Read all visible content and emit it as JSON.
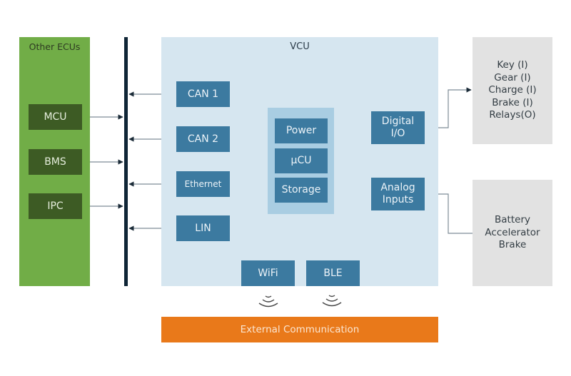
{
  "other_ecus": {
    "title": "Other ECUs",
    "color": "#71ad47",
    "items": [
      {
        "label": "MCU"
      },
      {
        "label": "BMS"
      },
      {
        "label": "IPC"
      }
    ]
  },
  "vcu": {
    "title": "VCU",
    "color": "#d6e6f0",
    "interfaces": [
      {
        "label": "CAN 1"
      },
      {
        "label": "CAN 2"
      },
      {
        "label": "Ethernet"
      },
      {
        "label": "LIN"
      }
    ],
    "core": [
      {
        "label": "Power"
      },
      {
        "label": "µCU"
      },
      {
        "label": "Storage"
      }
    ],
    "io": [
      {
        "label_line1": "Digital",
        "label_line2": "I/O"
      },
      {
        "label_line1": "Analog",
        "label_line2": "Inputs"
      }
    ],
    "wireless": [
      {
        "label": "WiFi",
        "icon": "wireless-signal-icon"
      },
      {
        "label": "BLE",
        "icon": "wireless-signal-icon"
      }
    ]
  },
  "peripherals": {
    "digital": [
      "Key (I)",
      "Gear (I)",
      "Charge (I)",
      "Brake (I)",
      "Relays(O)"
    ],
    "analog": [
      "Battery",
      "Accelerator",
      "Brake"
    ]
  },
  "external": {
    "label": "External Communication",
    "color": "#e9791a"
  },
  "colors": {
    "block": "#3c7aa0",
    "bus": "#0f2536",
    "ecu_block": "#3d5b24",
    "peripheral_bg": "#e2e2e2"
  }
}
